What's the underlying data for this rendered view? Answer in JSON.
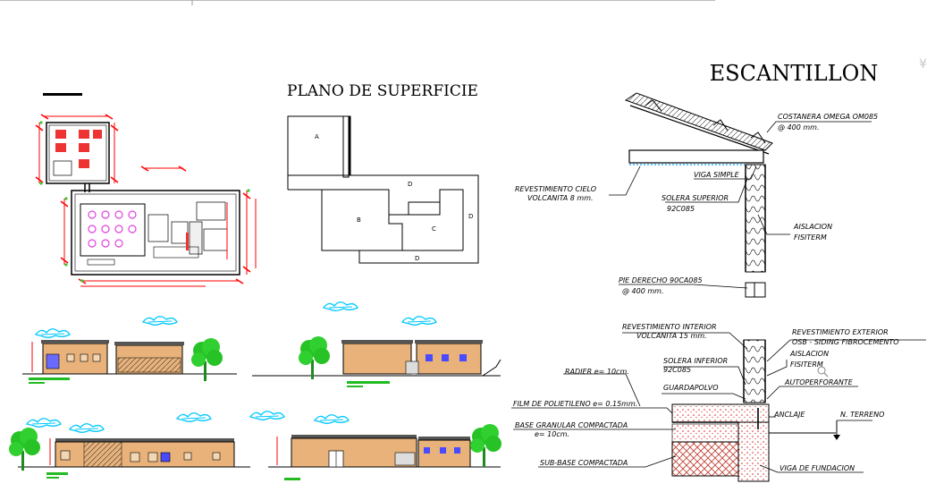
{
  "titles": {
    "plano": "PLANO DE SUPERFICIE",
    "escantillon": "ESCANTILLON"
  },
  "superficie_zones": [
    "A",
    "D",
    "B",
    "C",
    "D",
    "D"
  ],
  "escantillon_labels": {
    "costanera_1": "COSTANERA OMEGA OM085",
    "costanera_2": "@ 400 mm.",
    "revest_cielo_1": "REVESTIMIENTO CIELO",
    "revest_cielo_2": "VOLCANITA 8 mm.",
    "viga_simple": "VIGA SIMPLE",
    "solera_sup_1": "SOLERA SUPERIOR",
    "solera_sup_2": "92C085",
    "aislacion_1": "AISLACION",
    "aislacion_2": "FISITERM",
    "pie_derecho_1": "PIE DERECHO 90CA085",
    "pie_derecho_2": "@ 400 mm.",
    "revest_int_1": "REVESTIMIENTO INTERIOR",
    "revest_int_2": "VOLCANITA 15 mm.",
    "revest_ext_1": "REVESTIMIENTO EXTERIOR",
    "revest_ext_2": "OSB - SIDING FIBROCEMENTO",
    "solera_inf_1": "SOLERA INFERIOR",
    "solera_inf_2": "92C085",
    "aislacion_b_1": "AISLACION",
    "aislacion_b_2": "FISITERM",
    "radier": "RADIER e= 10cm.",
    "guardapolvo": "GUARDAPOLVO",
    "autoperforante": "AUTOPERFORANTE",
    "film": "FILM DE POLIETILENO e= 0.15mm.",
    "anclaje": "ANCLAJE",
    "terreno": "N. TERRENO",
    "base_gran_1": "BASE GRANULAR COMPACTADA",
    "base_gran_2": "e= 10cm.",
    "sub_base": "SUB-BASE COMPACTADA",
    "viga_fund": "VIGA DE FUNDACION"
  },
  "colors": {
    "line": "#000000",
    "dimension": "#ff0000",
    "facade": "#e8b27a",
    "tree": "#22bb22",
    "magenta": "#e040e0",
    "cloud": "#00c8ff",
    "window": "#4a4aff"
  },
  "icons": [
    "magnifier-icon",
    "cloud-icon",
    "tree-icon"
  ]
}
